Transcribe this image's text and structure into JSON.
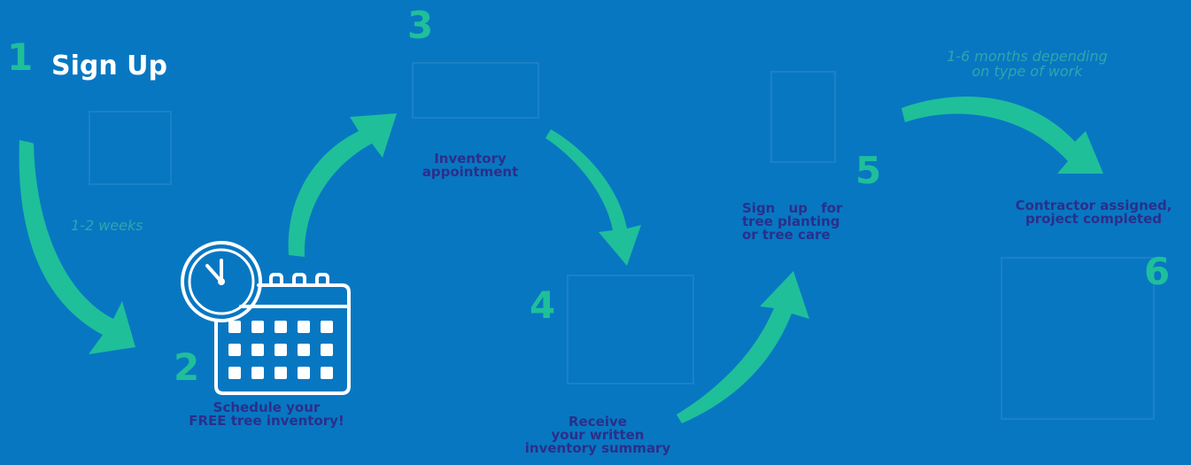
{
  "colors": {
    "background": "#0877c2",
    "accent": "#1fbf9a",
    "label": "#2b2f8a",
    "note": "#2fa6a9",
    "icon": "#ffffff"
  },
  "title": "Sign Up",
  "steps": [
    {
      "number": "1"
    },
    {
      "number": "2",
      "label_lines": [
        "Schedule your",
        "FREE tree inventory!"
      ],
      "icon": "clock-calendar-icon"
    },
    {
      "number": "3",
      "label_lines": [
        "Inventory",
        "appointment"
      ]
    },
    {
      "number": "4",
      "label_lines": [
        "Receive",
        "your written",
        "inventory summary"
      ]
    },
    {
      "number": "5",
      "label_lines": [
        "Sign up for",
        "tree planting",
        "or tree care"
      ]
    },
    {
      "number": "6",
      "label_lines": [
        "Contractor assigned,",
        "project completed"
      ]
    }
  ],
  "notes": [
    {
      "lines": [
        "1-2 weeks"
      ]
    },
    {
      "lines": [
        "1-6 months depending",
        "on type of work"
      ]
    }
  ]
}
